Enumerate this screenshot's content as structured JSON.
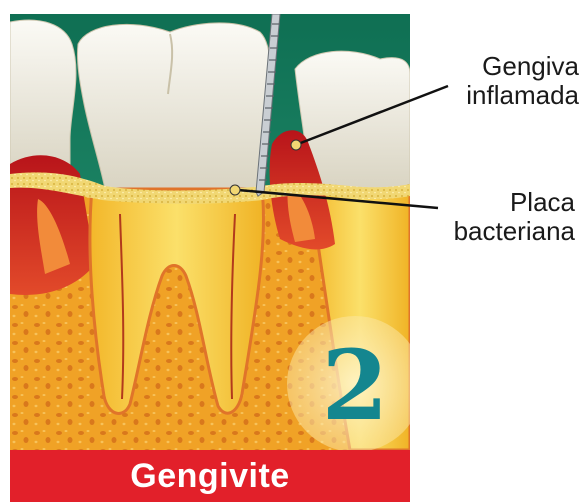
{
  "labels": {
    "gengiva_line1": "Gengiva",
    "gengiva_line2": "inflamada",
    "placa_line1": "Placa",
    "placa_line2": "bacteriana"
  },
  "stage_number": "2",
  "title": "Gengivite",
  "colors": {
    "title_bar": "#e2202a",
    "background_gum": "#1f8a6b",
    "bone": "#f0a226",
    "root": "#f6cb2e",
    "enamel": "#efece2",
    "inflamed_gum": "#c81e1e",
    "stage_number": "#14868f"
  },
  "icons": {
    "probe": "periodontal-probe-icon"
  }
}
